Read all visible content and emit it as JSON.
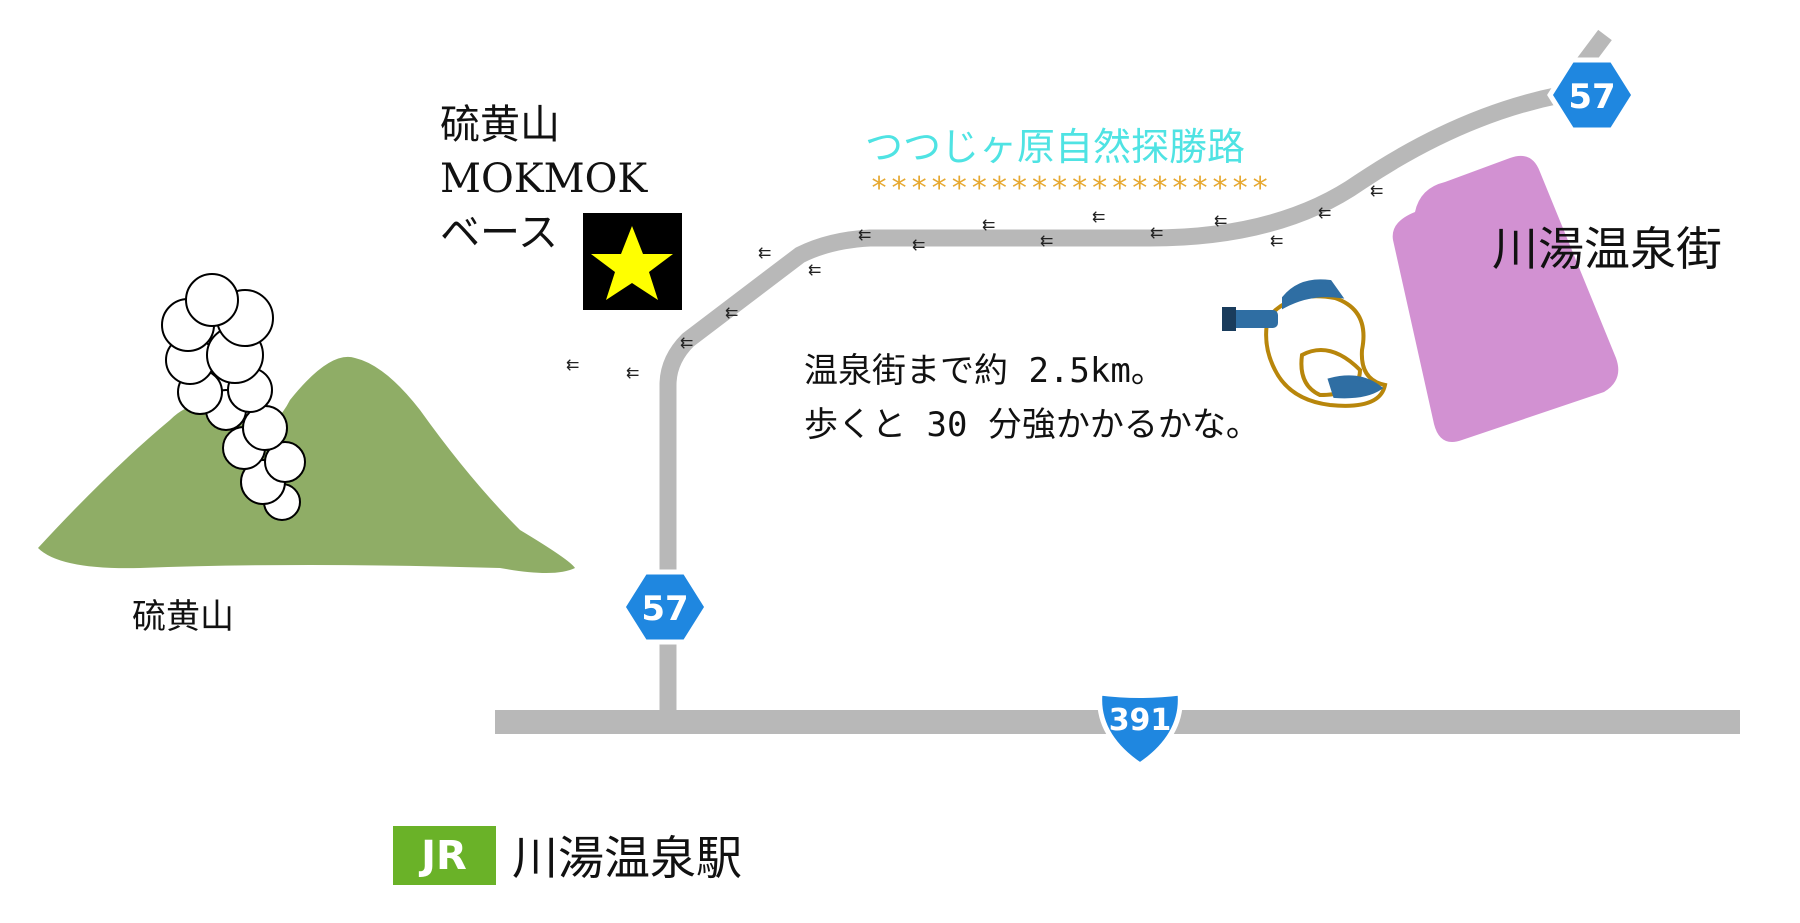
{
  "labels": {
    "base_name_line1": "硫黄山",
    "base_name_line2": "MOKMOK",
    "base_name_line3": "ベース",
    "mountain": "硫黄山",
    "trail_name": "つつじヶ原自然探勝路",
    "town": "川湯温泉街",
    "walk_line1": "温泉街まで約 2.5km。",
    "walk_line2": "歩くと 30 分強かかるかな。",
    "station": "川湯温泉駅",
    "jr_logo": "JR"
  },
  "route_shields": {
    "north_57": "57",
    "west_57": "57",
    "south_391": "391"
  },
  "decor": {
    "star_row": "********************"
  },
  "colors": {
    "road": "#b8b8b8",
    "mountain": "#8fad66",
    "town_area": "#d291d2",
    "shield_blue": "#1f87e0",
    "jr_green": "#6ab228",
    "trail_text": "#4fe3e3",
    "star_marker": "#ffff00"
  }
}
